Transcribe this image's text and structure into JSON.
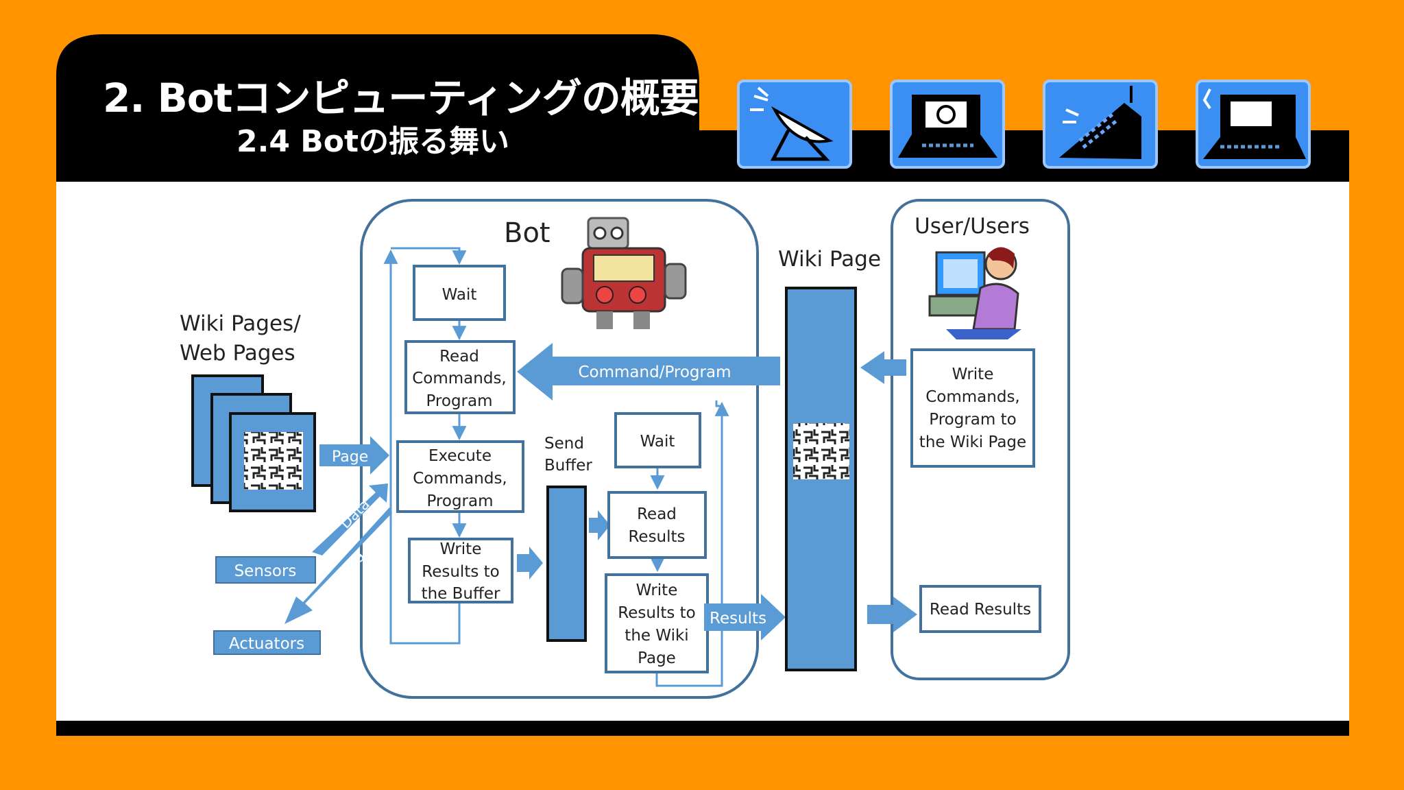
{
  "header": {
    "title": "2. Botコンピューティングの概要",
    "subtitle": "2.4 Botの振る舞い",
    "icons": [
      "satellite-dish-icon",
      "email-computer-icon",
      "mobile-phone-icon",
      "laptop-icon"
    ]
  },
  "diagram": {
    "bot_label": "Bot",
    "wiki_pages_label": [
      "Wiki Pages/",
      "Web Pages"
    ],
    "wiki_page_label": "Wiki Page",
    "users_label": "User/Users",
    "sensors": "Sensors",
    "actuators": "Actuators",
    "page_arrow": "Page",
    "data_arrow_1": "Data",
    "data_arrow_2": "Data",
    "command_arrow": "Command/Program",
    "results_arrow": "Results",
    "send_buffer": [
      "Send",
      "Buffer"
    ],
    "loop1": {
      "wait": "Wait",
      "read": [
        "Read",
        "Commands,",
        "Program"
      ],
      "execute": [
        "Execute",
        "Commands,",
        "Program"
      ],
      "write": [
        "Write",
        "Results to",
        "the Buffer"
      ]
    },
    "loop2": {
      "wait": "Wait",
      "read": [
        "Read",
        "Results"
      ],
      "write": [
        "Write",
        "Results to",
        "the Wiki",
        "Page"
      ]
    },
    "user_write": [
      "Write",
      "Commands,",
      "Program to",
      "the Wiki Page"
    ],
    "user_read": "Read Results"
  },
  "colors": {
    "background": "#ff9300",
    "header": "#000000",
    "accent": "#5b9bd5",
    "box_border": "#41719c",
    "arrow_text": "#ffffff"
  }
}
